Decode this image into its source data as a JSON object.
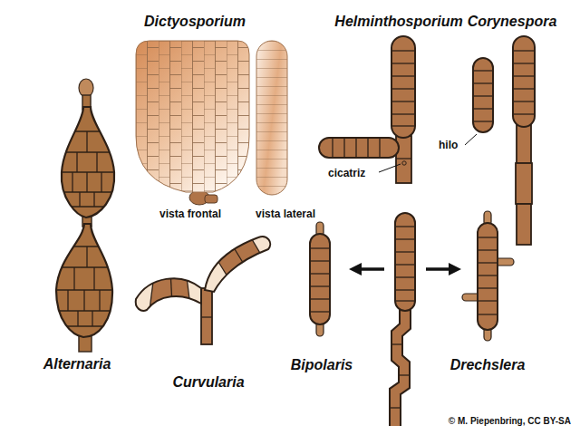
{
  "diagram": {
    "labels": [
      "Dictyosporium",
      "Helminthosporium",
      "Corynespora",
      "vista frontal",
      "vista lateral",
      "cicatriz",
      "hilo",
      "Alternaria",
      "Curvularia",
      "Bipolaris",
      "Drechslera",
      "© M. Piepenbring, CC BY-SA"
    ]
  }
}
